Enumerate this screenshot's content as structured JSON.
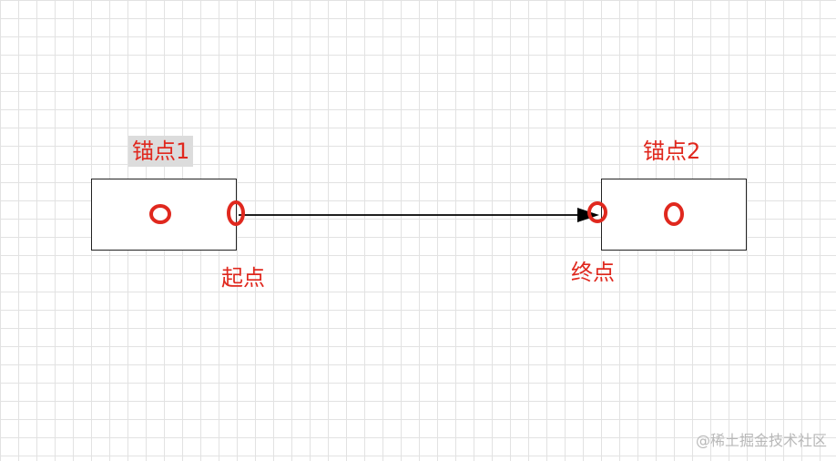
{
  "diagram": {
    "nodes": [
      {
        "id": "left",
        "anchor_label": "锚点1"
      },
      {
        "id": "right",
        "anchor_label": "锚点2"
      }
    ],
    "edge": {
      "start_label": "起点",
      "end_label": "终点"
    },
    "watermark": "@稀土掘金技术社区",
    "colors": {
      "annotation": "#e0281e",
      "line": "#000000",
      "grid": "#e2e2e2"
    }
  }
}
